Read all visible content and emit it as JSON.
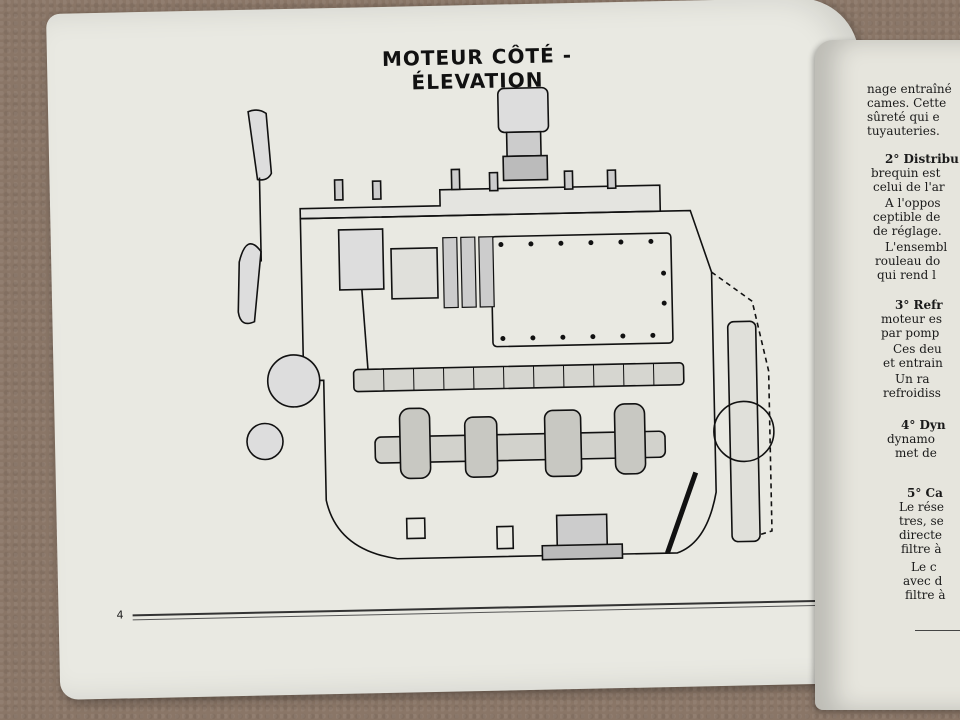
{
  "left_page": {
    "title": "MOTEUR CÔTÉ - ÉLEVATION",
    "page_number": "4"
  },
  "right_page": {
    "lines": [
      "nage entraîné",
      "cames. Cette",
      "sûreté qui e",
      "tuyauteries.",
      "2° Distribu",
      "brequin est",
      "celui de l'ar",
      "A l'oppos",
      "ceptible de",
      "de réglage.",
      "L'ensembl",
      "rouleau do",
      "qui rend l",
      "3° Refr",
      "moteur es",
      "par pomp",
      "Ces deu",
      "et entrain",
      "Un ra",
      "refroidiss",
      "4° Dyn",
      "dynamo",
      "met de",
      "5° Ca",
      "Le rése",
      "tres, se",
      "directe",
      "filtre à",
      "Le c",
      "avec d",
      "filtre à"
    ]
  }
}
